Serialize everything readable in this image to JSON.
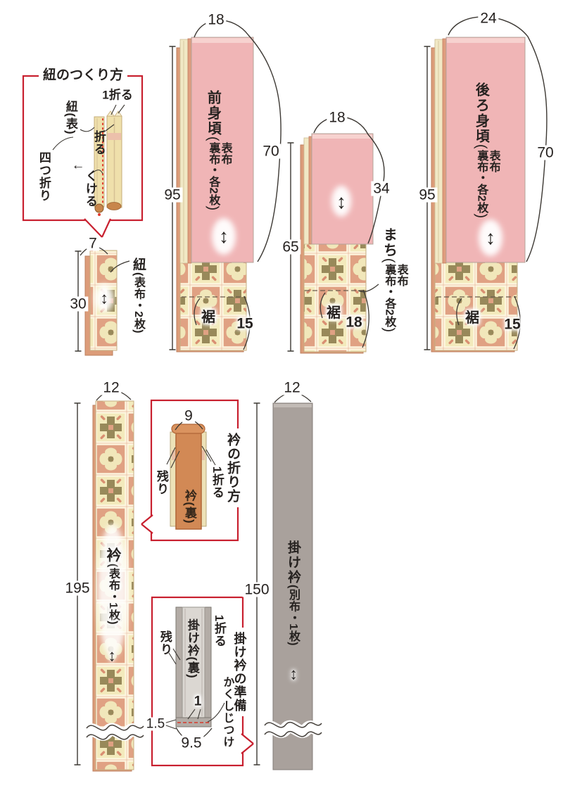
{
  "colors": {
    "accent_red": "#c8202f",
    "fabric_salmon": "#e0a183",
    "fabric_cream": "#f3eabc",
    "lining_pink": "#f0b5b6",
    "kake_gray": "#a9a19c",
    "eri_ura_orange": "#d28955"
  },
  "glyphs": {
    "paren_open": "(",
    "paren_close": ")",
    "grain_arrow": "↕",
    "fold_arrow": "←"
  },
  "himo_box": {
    "title": "紐のつくり方",
    "fold_one": "1折る",
    "fold": "折る",
    "himo_omote": "紐(表)",
    "yotsuori": "四つ折り",
    "kukeru": "くける"
  },
  "himo_piece": {
    "width": "7",
    "height": "30",
    "name": "紐",
    "spec": "(表布・2枚)"
  },
  "front_body": {
    "name": "前身頃",
    "fabric_right": "表布",
    "fabric_left": "裏布",
    "count": "・各2枚",
    "width": "18",
    "lining_height": "70",
    "total_height": "95",
    "hem": "裾",
    "hem_height": "15"
  },
  "machi": {
    "name": "まち",
    "fabric_right": "表布",
    "fabric_left": "裏布",
    "count": "・各2枚",
    "width": "18",
    "lining_height": "34",
    "total_height": "65",
    "hem": "裾",
    "hem_height": "18"
  },
  "back_body": {
    "name": "後ろ身頃",
    "fabric_right": "表布",
    "fabric_left": "裏布",
    "count": "・各2枚",
    "width": "24",
    "lining_height": "70",
    "total_height": "95",
    "hem": "裾",
    "hem_height": "15"
  },
  "eri": {
    "name": "衿",
    "spec": "(表布・1枚)",
    "width": "12",
    "length": "195"
  },
  "eri_fold_box": {
    "title": "衿の折り方",
    "width": "9",
    "nokori": "残り",
    "fold_one": "1折る",
    "ura_label": "衿(裏)"
  },
  "kake_eri": {
    "name": "掛け衿",
    "spec": "(別布・1枚)",
    "width": "12",
    "length": "150"
  },
  "kake_prep_box": {
    "title": "掛け衿の準備",
    "nokori": "残り",
    "fold_one": "1折る",
    "ura_label": "掛け衿(裏)",
    "kakushi": "かくしじつけ",
    "fold_width": "1",
    "seam": "1.5",
    "bottom_width": "9.5"
  }
}
